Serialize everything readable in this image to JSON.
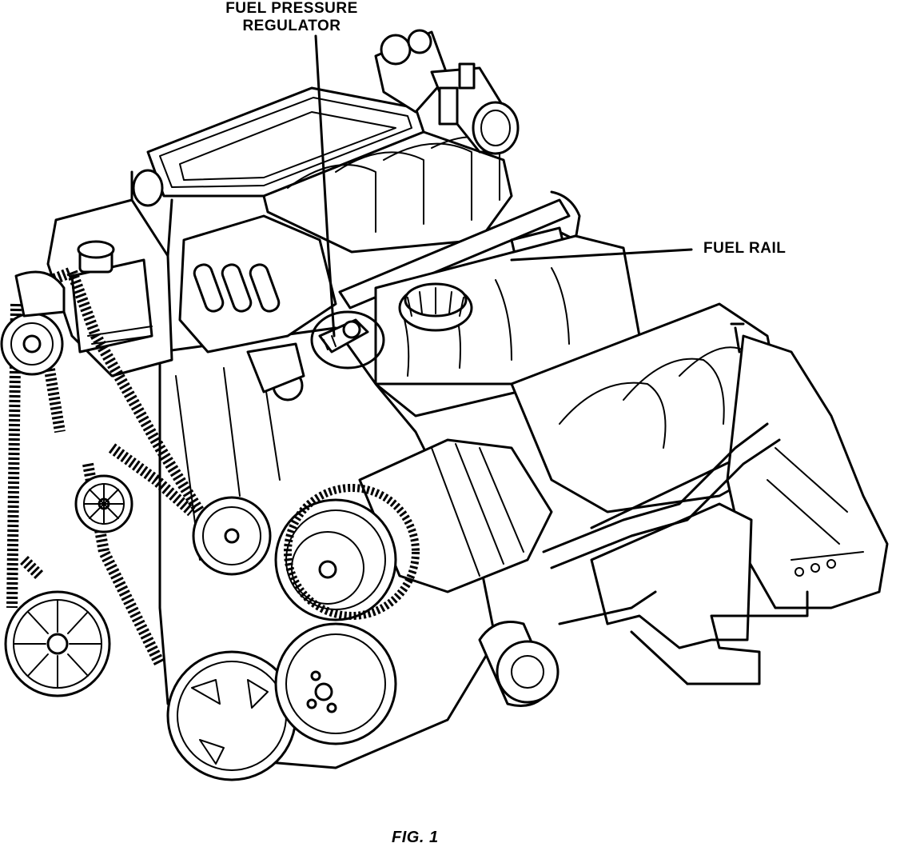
{
  "labels": {
    "fuel_pressure_regulator_line1": "FUEL PRESSURE",
    "fuel_pressure_regulator_line2": "REGULATOR",
    "fuel_rail": "FUEL RAIL"
  },
  "caption": "FIG. 1",
  "colors": {
    "ink": "#000000",
    "paper": "#ffffff"
  }
}
